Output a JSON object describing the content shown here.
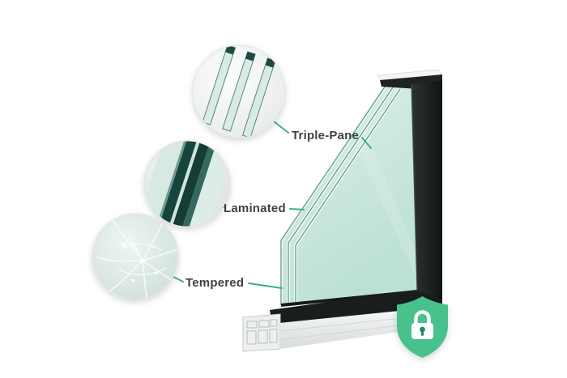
{
  "colors": {
    "accent": "#3bb181",
    "shield": "#49c18c",
    "frame_dark": "#1c2121",
    "glass_tint": "#cfe8e0",
    "background": "#ffffff"
  },
  "callouts": [
    {
      "label": "Triple-Pane",
      "icon": "triple-pane-glass-photo"
    },
    {
      "label": "Laminated",
      "icon": "laminated-glass-photo"
    },
    {
      "label": "Tempered",
      "icon": "tempered-glass-photo"
    }
  ],
  "badge": {
    "icon": "shield-lock-icon"
  }
}
